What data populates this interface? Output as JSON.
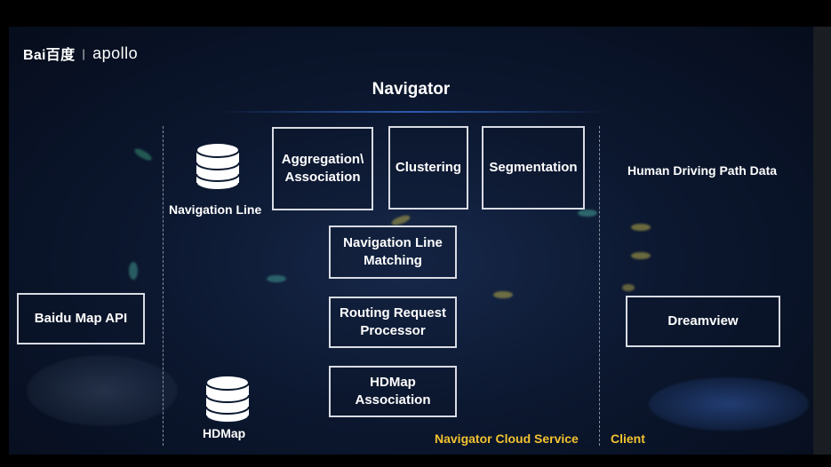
{
  "brand": {
    "baidu": "Bai百度",
    "separator": "|",
    "apollo": "apollo"
  },
  "title": "Navigator",
  "nodes": {
    "navigation_line": "Navigation Line",
    "aggregation": "Aggregation\\ Association",
    "clustering": "Clustering",
    "segmentation": "Segmentation",
    "human_driving": "Human Driving Path Data",
    "nav_line_matching": "Navigation Line Matching",
    "baidu_map_api": "Baidu Map API",
    "routing_request": "Routing Request Processor",
    "dreamview": "Dreamview",
    "hdmap_association": "HDMap Association",
    "hdmap": "HDMap"
  },
  "sections": {
    "cloud_service": "Navigator Cloud Service",
    "client": "Client"
  },
  "colors": {
    "section_label": "#f2c230",
    "box_border": "#d8dce4",
    "background": "#0c1830"
  }
}
